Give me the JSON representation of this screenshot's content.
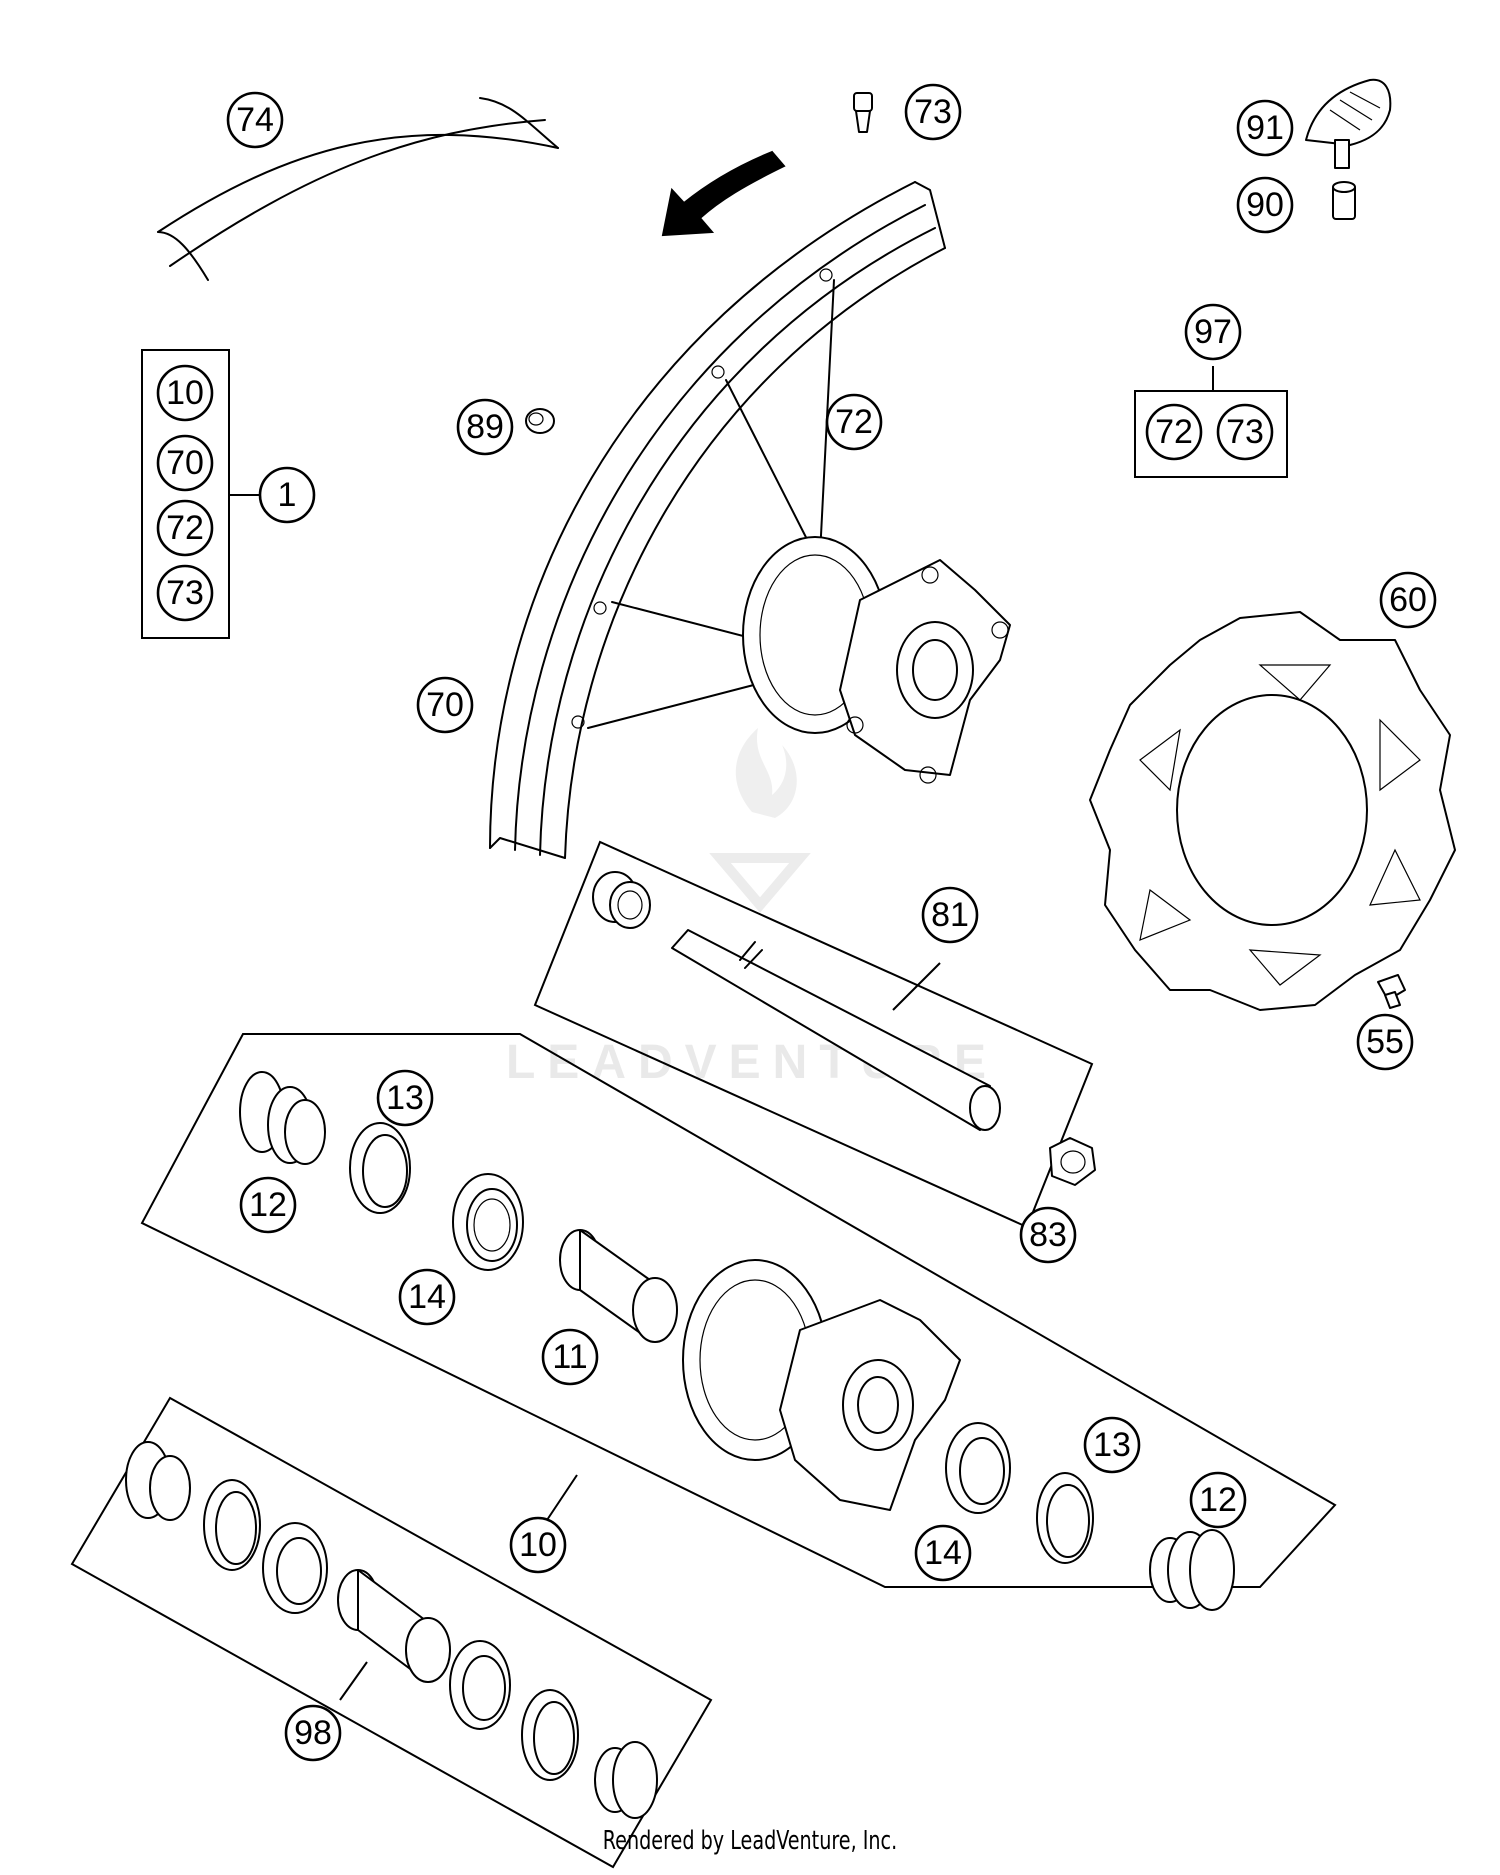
{
  "watermark": {
    "text": "LEADVENTURE"
  },
  "callouts": {
    "c74": "74",
    "c73_top": "73",
    "c91": "91",
    "c90": "90",
    "c97": "97",
    "c97_72": "72",
    "c97_73": "73",
    "c1": "1",
    "c1_10": "10",
    "c1_70": "70",
    "c1_72": "72",
    "c1_73": "73",
    "c89": "89",
    "c72": "72",
    "c70": "70",
    "c60": "60",
    "c81": "81",
    "c55": "55",
    "c83": "83",
    "c13_a": "13",
    "c12_a": "12",
    "c14_a": "14",
    "c11": "11",
    "c13_b": "13",
    "c12_b": "12",
    "c14_b": "14",
    "c10": "10",
    "c98": "98"
  },
  "footer": {
    "text": "Rendered by LeadVenture, Inc."
  },
  "icons": {
    "direction_arrow": "rotation-direction-arrow-icon",
    "watermark_logo": "leadventure-flame-logo-icon"
  }
}
